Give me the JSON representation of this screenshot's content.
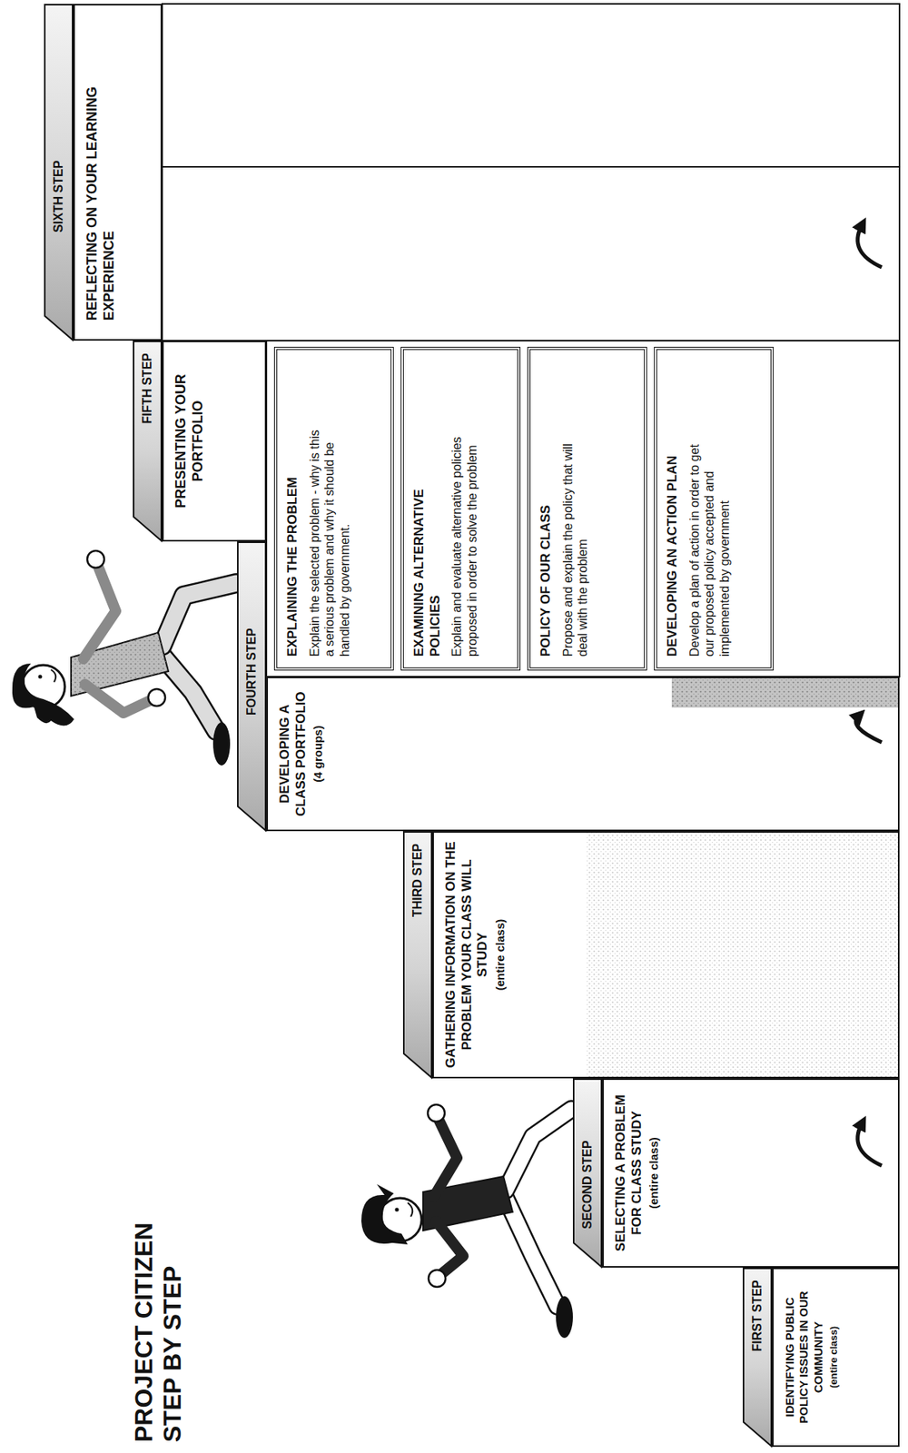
{
  "diagram": {
    "title": "PROJECT CITIZEN STEP BY STEP",
    "nodes": [
      {
        "text": [
          "FIRST STEP"
        ]
      },
      {
        "text": [
          "IDENTIFYING PUBLIC POLICY ISSUES IN OUR COMMUNITY",
          "(entire class)"
        ]
      },
      {
        "text": [
          "SECOND STEP"
        ]
      },
      {
        "text": [
          "SELECTING A PROBLEM FOR CLASS STUDY",
          "(entire class)"
        ]
      },
      {
        "text": [
          "THIRD STEP"
        ]
      },
      {
        "text": [
          "GATHERING INFORMATION ON THE PROBLEM YOUR CLASS WILL STUDY",
          "(entire class)"
        ]
      },
      {
        "text": [
          "FOURTH STEP"
        ]
      },
      {
        "text": [
          "DEVELOPING A CLASS PORTFOLIO",
          "(4 groups)"
        ]
      },
      {
        "text": [
          "EXPLAINING THE PROBLEM",
          "Explain the selected problem - why is this a serious problem and why it should be handled by government."
        ]
      },
      {
        "text": [
          "EXAMINING ALTERNATIVE POLICIES",
          "Explain and evaluate alternative policies proposed in order to solve the problem"
        ]
      },
      {
        "text": [
          "POLICY OF OUR CLASS",
          "Propose and explain the policy that will deal with the problem"
        ]
      },
      {
        "text": [
          "DEVELOPING AN ACTION PLAN",
          "Develop a plan of action in order to get our proposed policy accepted and implemented by government"
        ]
      },
      {
        "text": [
          "FIFTH STEP"
        ]
      },
      {
        "text": [
          "PRESENTING YOUR PORTFOLIO"
        ]
      },
      {
        "text": [
          "SIXTH STEP"
        ]
      },
      {
        "text": [
          "REFLECTING ON YOUR LEARNING EXPERIENCE"
        ]
      }
    ]
  }
}
